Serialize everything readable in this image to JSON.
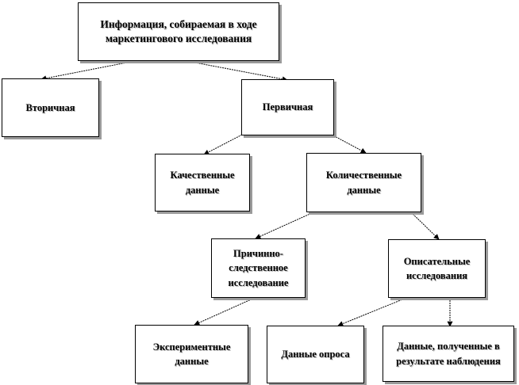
{
  "diagram": {
    "root": "Информация, собираемая в ходе маркетингового исследования",
    "secondary": "Вторичная",
    "primary": "Первичная",
    "qualitative": "Качественные данные",
    "quantitative": "Количественные данные",
    "causal": "Причинно-следственное исследование",
    "descriptive": "Описательные исследования",
    "experimental": "Экспериментные данные",
    "survey": "Данные опроса",
    "observation": "Данные, полученные в результате наблюдения"
  }
}
